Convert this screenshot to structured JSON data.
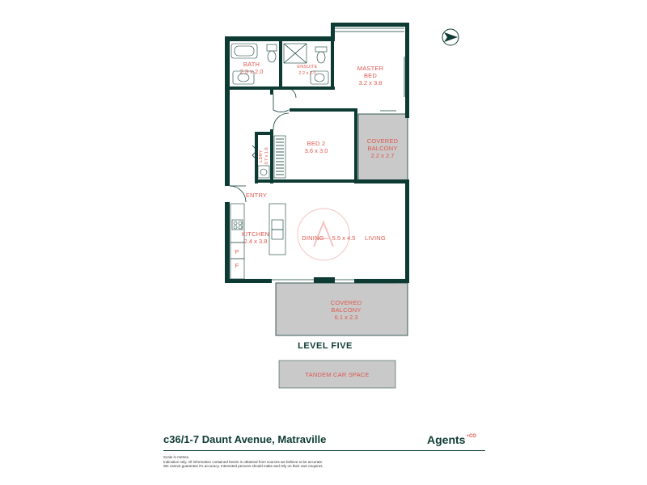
{
  "rooms": {
    "bath": {
      "name": "BATH",
      "dims": "2.3 x 2.0"
    },
    "ensuite": {
      "name": "ENSUITE",
      "dims": "2.2 x 2.0"
    },
    "master": {
      "name_line1": "MASTER",
      "name_line2": "BED",
      "dims": "3.2 x 3.8"
    },
    "bed2": {
      "name": "BED 2",
      "dims": "3.6 x 3.0"
    },
    "balcony_side": {
      "name_line1": "COVERED",
      "name_line2": "BALCONY",
      "dims": "2.2 x 2.7"
    },
    "laundry": {
      "name": "LDRY",
      "dims": "0.7 x 1.6"
    },
    "entry": {
      "name": "ENTRY"
    },
    "kitchen": {
      "name": "KITCHEN",
      "dims": "2.4 x 3.8"
    },
    "dining": {
      "name": "DINING"
    },
    "living_dims": {
      "dims": "5.5 x 4.5"
    },
    "living": {
      "name": "LIVING"
    },
    "pantry": {
      "name": "P"
    },
    "fridge": {
      "name": "F"
    },
    "balcony_main": {
      "name_line1": "COVERED",
      "name_line2": "BALCONY",
      "dims": "6.1 x 2.3"
    }
  },
  "level_title": "LEVEL FIVE",
  "car_space": "TANDEM CAR SPACE",
  "address": "c36/1-7 Daunt Avenue, Matraville",
  "agency": {
    "name": "Agents",
    "suffix": "+CO"
  },
  "disclaimer": [
    "Scale in metres.",
    "Indicative only. All information contained herein is obtained from sources we believe to be accurate.",
    "We cannot guarantee it's accuracy. Interested persons should make and rely on their own enquires."
  ],
  "colors": {
    "wall": "#0d3b34",
    "label": "#e0584f",
    "balcony": "#c9c9c9",
    "car_space": "#c9c9c9"
  },
  "icons": [
    "compass-icon",
    "watermark-logo-icon"
  ]
}
